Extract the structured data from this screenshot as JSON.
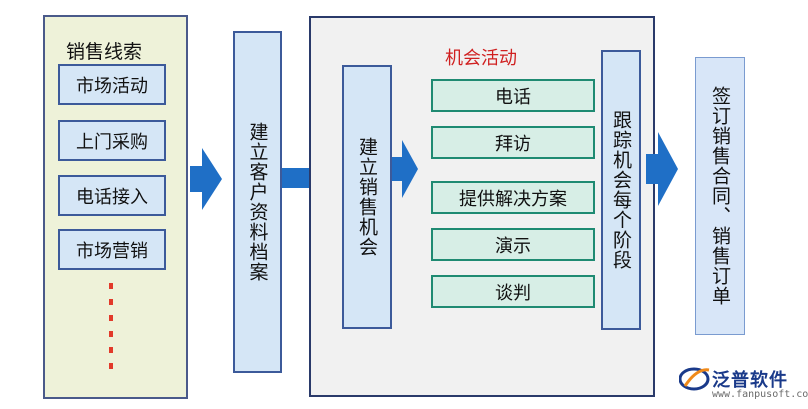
{
  "lead_panel": {
    "title": "销售线索",
    "items": [
      "市场活动",
      "上门采购",
      "电话接入",
      "市场营销"
    ]
  },
  "customer_box": {
    "label": "建立客户资料档案"
  },
  "opportunity_box": {
    "label": "建立销售机会"
  },
  "activity_panel": {
    "title": "机会活动",
    "items": [
      "电话",
      "拜访",
      "提供解决方案",
      "演示",
      "谈判"
    ]
  },
  "track_box": {
    "label": "跟踪机会每个阶段"
  },
  "contract_box": {
    "label": "签订销售合同、销售订单"
  },
  "logo": {
    "name": "泛普软件",
    "url": "www.fanpusoft.com"
  },
  "colors": {
    "arrow": "#1f6fc6",
    "dots": "#e23a2a",
    "activity_title": "#d02020",
    "activity_border": "#1f8a72"
  }
}
